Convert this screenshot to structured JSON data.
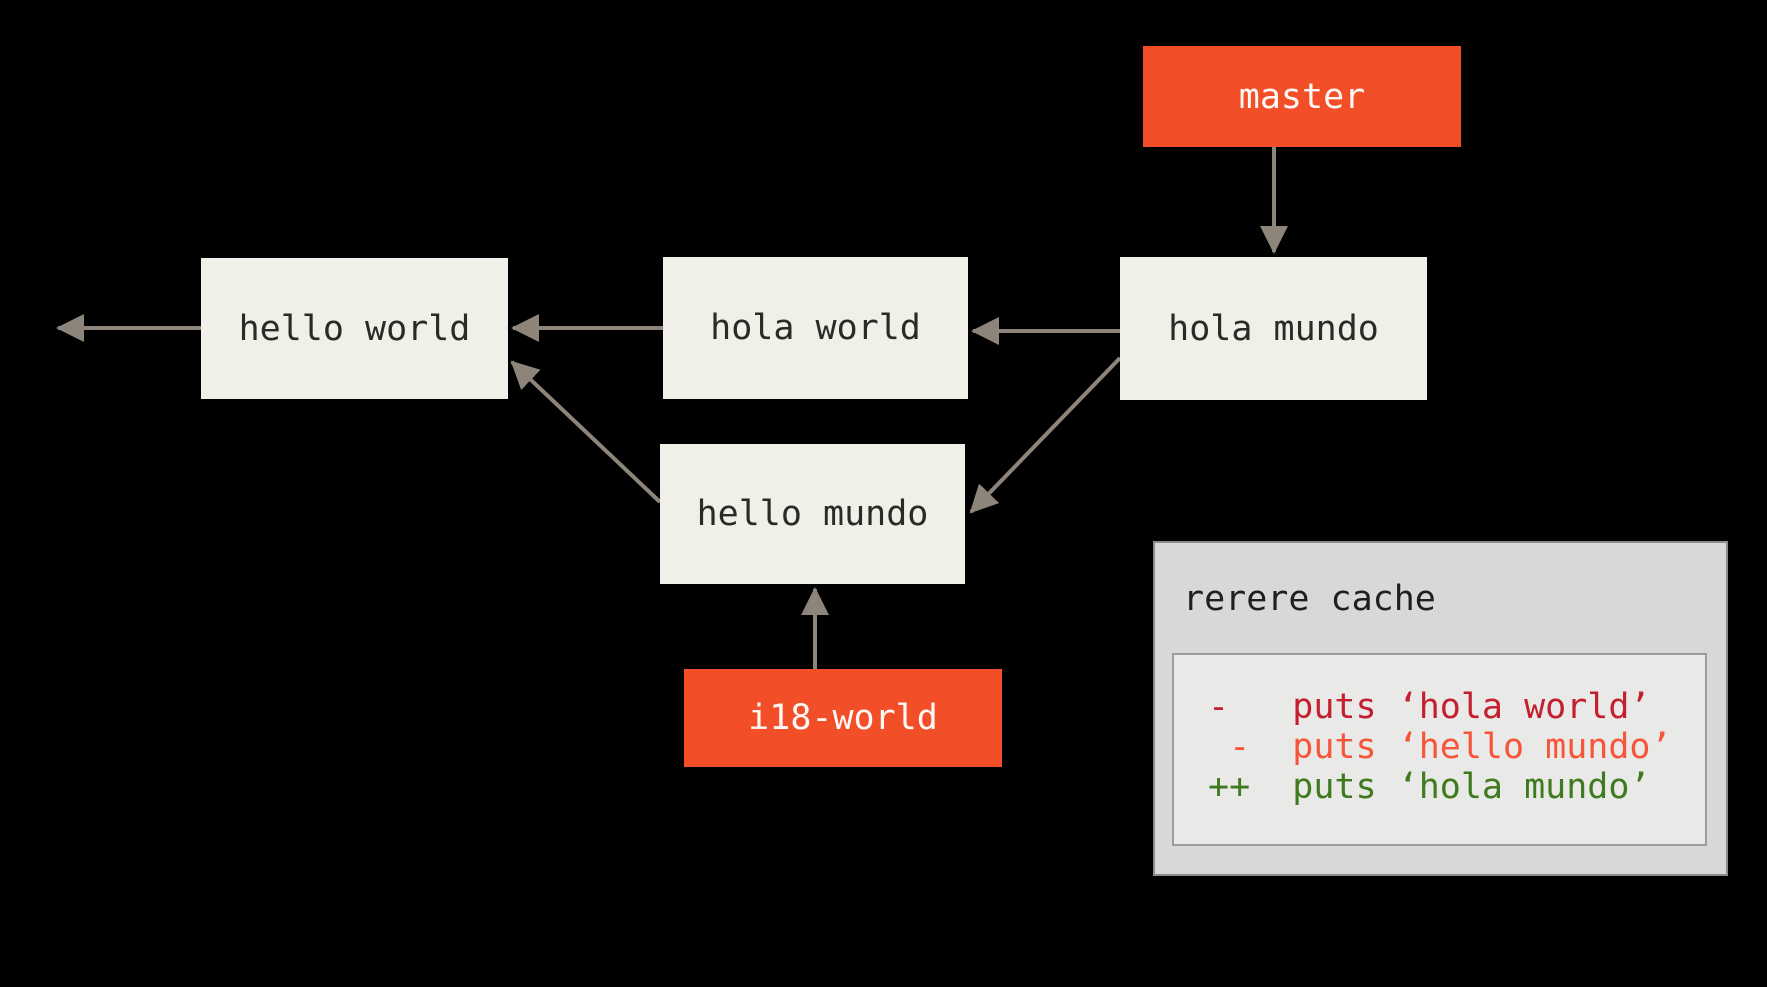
{
  "diagram": {
    "branches": [
      {
        "id": "master",
        "label": "master"
      },
      {
        "id": "i18-world",
        "label": "i18-world"
      }
    ],
    "commits": [
      {
        "id": "hello-world",
        "label": "hello world"
      },
      {
        "id": "hola-world",
        "label": "hola world"
      },
      {
        "id": "hola-mundo",
        "label": "hola mundo"
      },
      {
        "id": "hello-mundo",
        "label": "hello mundo"
      }
    ],
    "edges": [
      "hello-world -> history (left)",
      "hola-world -> hello-world",
      "hola-mundo -> hola-world",
      "master -> hola-mundo",
      "hola-mundo -> hello-mundo",
      "hello-mundo -> hello-world",
      "i18-world -> hello-mundo"
    ]
  },
  "rerere": {
    "title": "rerere cache",
    "lines": [
      {
        "text": "-   puts ‘hola world’",
        "color": "#c41f2e"
      },
      {
        "text": " -  puts ‘hello mundo’",
        "color": "#f75539"
      },
      {
        "text": "++  puts ‘hola mundo’",
        "color": "#3f7a1e"
      }
    ]
  },
  "colors": {
    "background": "#000000",
    "branch_bg": "#f24e27",
    "branch_text": "#fbf8f6",
    "commit_bg": "#f0efe8",
    "commit_text": "#2b2a27",
    "arrow": "#8e857a",
    "panel_bg": "#d8d8d8",
    "panel_border": "#8b8b8b",
    "diff_box_bg": "#e9e9e8",
    "diff_box_border": "#9c9c9c"
  }
}
